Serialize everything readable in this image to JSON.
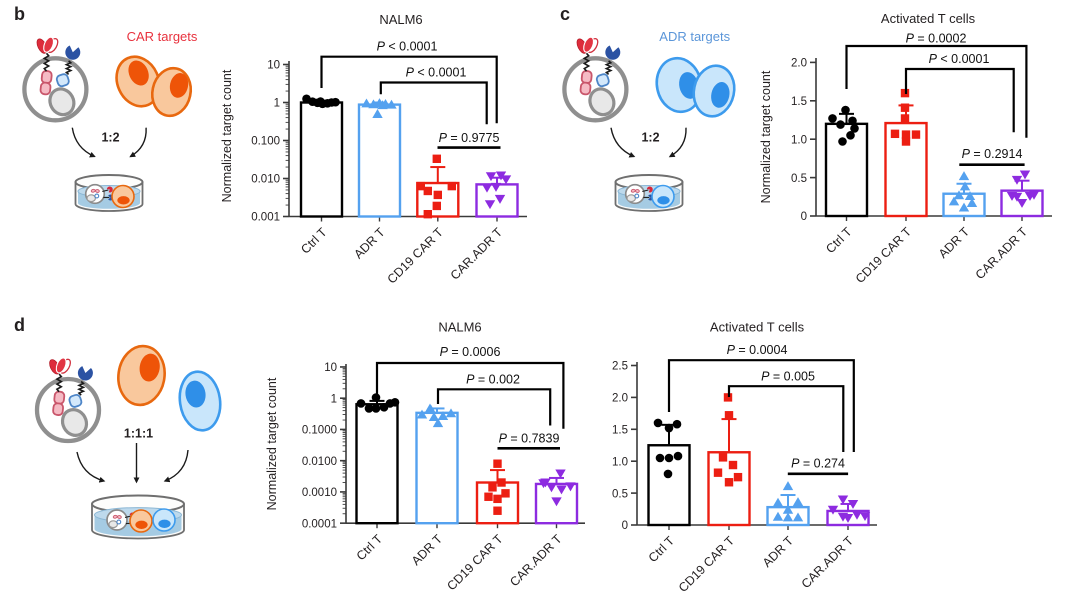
{
  "figure": {
    "kind": "scientific-figure",
    "background": "#ffffff",
    "panel_labels": {
      "b": "b",
      "c": "c",
      "d": "d"
    },
    "schematics": {
      "b": {
        "target_label": "CAR targets",
        "target_label_color": "#e8323e",
        "ratio_label": "1:2",
        "target_cells": "orange"
      },
      "c": {
        "target_label": "ADR targets",
        "target_label_color": "#5b96d9",
        "ratio_label": "1:2",
        "target_cells": "blue"
      },
      "d": {
        "target_label": "",
        "target_label_color": "#231f20",
        "ratio_label": "1:1:1",
        "target_cells": "orange+blue"
      }
    },
    "palette": {
      "black": "#000000",
      "blue": "#54a1ef",
      "red": "#ec1e12",
      "purple": "#8d2be0",
      "axis": "#3a3a3a",
      "text": "#231f20",
      "cell_orange_fill": "#f9c89d",
      "cell_orange_stroke": "#e8680f",
      "cell_orange_nucleus": "#ee5408",
      "cell_blue_fill": "#c9e6fb",
      "cell_blue_stroke": "#3d9bed",
      "cell_blue_nucleus": "#2f8fe8",
      "membrane_gray": "#8f8f8f",
      "receptor_red": "#dd2c3c",
      "receptor_blue": "#2b52a3",
      "domain_pink_fill": "#f5bac4",
      "domain_pink_stroke": "#c9566b",
      "domain_blue_fill": "#d3e8fb",
      "domain_blue_stroke": "#4e86c8",
      "liquid_blue": "#a5cbe3"
    }
  },
  "chart_data": [
    {
      "id": "b_nalm6",
      "panel": "b",
      "type": "bar",
      "title": "NALM6",
      "ylabel": "Normalized target count",
      "yaxis": {
        "scale": "log",
        "min": 0.001,
        "max": 10,
        "ticks": [
          {
            "v": 10,
            "label": "10"
          },
          {
            "v": 1,
            "label": "1"
          },
          {
            "v": 0.1,
            "label": "0.100"
          },
          {
            "v": 0.01,
            "label": "0.010"
          },
          {
            "v": 0.001,
            "label": "0.001"
          }
        ]
      },
      "groups": [
        {
          "label": "Ctrl T",
          "color": "#000000",
          "marker": "circle",
          "bar": 1.0,
          "err": 1.12,
          "points": [
            [
              -15,
              1.25
            ],
            [
              -9,
              1.05
            ],
            [
              -4,
              0.98
            ],
            [
              1,
              0.92
            ],
            [
              6,
              0.95
            ],
            [
              10,
              1.0
            ],
            [
              14,
              1.02
            ],
            [
              -1,
              1.06
            ]
          ]
        },
        {
          "label": "ADR T",
          "color": "#54a1ef",
          "marker": "triangle-up",
          "bar": 0.88,
          "err": 1.0,
          "points": [
            [
              -13,
              0.95
            ],
            [
              -6,
              0.9
            ],
            [
              0,
              0.97
            ],
            [
              6,
              0.92
            ],
            [
              12,
              0.88
            ],
            [
              3,
              0.85
            ],
            [
              -2,
              0.5
            ]
          ]
        },
        {
          "label": "CD19 CAR T",
          "color": "#ec1e12",
          "marker": "square",
          "bar": 0.0076,
          "err": 0.02,
          "points": [
            [
              -1,
              0.033
            ],
            [
              -17,
              0.0063
            ],
            [
              14,
              0.0063
            ],
            [
              -10,
              0.0047
            ],
            [
              0,
              0.0037
            ],
            [
              -1,
              0.0019
            ],
            [
              -10,
              0.00115
            ]
          ]
        },
        {
          "label": "CAR.ADR T",
          "color": "#8d2be0",
          "marker": "triangle-down",
          "bar": 0.007,
          "err": 0.0105,
          "points": [
            [
              -6,
              0.0115
            ],
            [
              4,
              0.012
            ],
            [
              9,
              0.0095
            ],
            [
              -10,
              0.0057
            ],
            [
              -1,
              0.006
            ],
            [
              3,
              0.0029
            ],
            [
              -7,
              0.0021
            ]
          ]
        }
      ],
      "comparisons": [
        {
          "kind": "bracket",
          "label": "P < 0.0001",
          "from": "Ctrl T",
          "to": "CAR.ADR T"
        },
        {
          "kind": "bracket",
          "label": "P < 0.0001",
          "from": "ADR T",
          "to": "CAR.ADR T"
        },
        {
          "kind": "line",
          "label": "P = 0.9775",
          "from": "CD19 CAR T",
          "to": "CAR.ADR T"
        }
      ]
    },
    {
      "id": "c_act",
      "panel": "c",
      "type": "bar",
      "title": "Activated T cells",
      "ylabel": "Normalized target count",
      "yaxis": {
        "scale": "linear",
        "min": 0,
        "max": 2.0,
        "ticks": [
          {
            "v": 2.0,
            "label": "2.0"
          },
          {
            "v": 1.5,
            "label": "1.5"
          },
          {
            "v": 1.0,
            "label": "1.0"
          },
          {
            "v": 0.5,
            "label": "0.5"
          },
          {
            "v": 0,
            "label": "0"
          }
        ]
      },
      "groups": [
        {
          "label": "Ctrl T",
          "color": "#000000",
          "marker": "circle",
          "bar": 1.2,
          "err": 1.33,
          "points": [
            [
              -1,
              1.38
            ],
            [
              -14,
              1.27
            ],
            [
              6,
              1.24
            ],
            [
              -6,
              1.19
            ],
            [
              8,
              1.14
            ],
            [
              4,
              1.05
            ],
            [
              -4,
              0.97
            ]
          ]
        },
        {
          "label": "CD19 CAR T",
          "color": "#ec1e12",
          "marker": "square",
          "bar": 1.21,
          "err": 1.44,
          "points": [
            [
              -1,
              1.6
            ],
            [
              -1,
              1.41
            ],
            [
              -1,
              1.27
            ],
            [
              -11,
              1.07
            ],
            [
              0,
              1.06
            ],
            [
              10,
              1.06
            ],
            [
              0,
              0.97
            ]
          ]
        },
        {
          "label": "ADR T",
          "color": "#54a1ef",
          "marker": "triangle-up",
          "bar": 0.29,
          "err": 0.42,
          "points": [
            [
              0,
              0.52
            ],
            [
              1,
              0.385
            ],
            [
              -5,
              0.27
            ],
            [
              6,
              0.26
            ],
            [
              -10,
              0.19
            ],
            [
              8,
              0.17
            ],
            [
              0,
              0.11
            ]
          ]
        },
        {
          "label": "CAR.ADR T",
          "color": "#8d2be0",
          "marker": "triangle-down",
          "bar": 0.33,
          "err": 0.46,
          "points": [
            [
              3,
              0.54
            ],
            [
              -5,
              0.47
            ],
            [
              -10,
              0.26
            ],
            [
              -5,
              0.25
            ],
            [
              8,
              0.26
            ],
            [
              0,
              0.17
            ],
            [
              12,
              0.275
            ]
          ]
        }
      ],
      "comparisons": [
        {
          "kind": "bracket",
          "label": "P = 0.0002",
          "from": "Ctrl T",
          "to": "CAR.ADR T"
        },
        {
          "kind": "bracket",
          "label": "P < 0.0001",
          "from": "CD19 CAR T",
          "to": "CAR.ADR T"
        },
        {
          "kind": "line",
          "label": "P = 0.2914",
          "from": "ADR T",
          "to": "CAR.ADR T"
        }
      ]
    },
    {
      "id": "d_nalm6",
      "panel": "d",
      "type": "bar",
      "title": "NALM6",
      "ylabel": "Normalized target count",
      "yaxis": {
        "scale": "log",
        "min": 0.0001,
        "max": 10,
        "ticks": [
          {
            "v": 10,
            "label": "10"
          },
          {
            "v": 1,
            "label": "1"
          },
          {
            "v": 0.1,
            "label": "0.1000"
          },
          {
            "v": 0.01,
            "label": "0.0100"
          },
          {
            "v": 0.001,
            "label": "0.0010"
          },
          {
            "v": 0.0001,
            "label": "0.0001"
          }
        ]
      },
      "groups": [
        {
          "label": "Ctrl T",
          "color": "#000000",
          "marker": "circle",
          "bar": 0.64,
          "err": 0.82,
          "points": [
            [
              -16,
              0.68
            ],
            [
              -1,
              1.05
            ],
            [
              -8,
              0.47
            ],
            [
              -1,
              0.47
            ],
            [
              7,
              0.51
            ],
            [
              13,
              0.68
            ],
            [
              18,
              0.74
            ]
          ]
        },
        {
          "label": "ADR T",
          "color": "#54a1ef",
          "marker": "triangle-up",
          "bar": 0.34,
          "err": 0.47,
          "points": [
            [
              -15,
              0.3
            ],
            [
              -7,
              0.47
            ],
            [
              -3,
              0.25
            ],
            [
              6,
              0.27
            ],
            [
              14,
              0.33
            ],
            [
              1,
              0.16
            ],
            [
              -6,
              0.43
            ]
          ]
        },
        {
          "label": "CD19 CAR T",
          "color": "#ec1e12",
          "marker": "square",
          "bar": 0.002,
          "err": 0.005,
          "points": [
            [
              0,
              0.008
            ],
            [
              4,
              0.002
            ],
            [
              -5,
              0.0014
            ],
            [
              8,
              0.0009
            ],
            [
              -9,
              0.0007
            ],
            [
              0,
              0.0006
            ],
            [
              0,
              0.00025
            ]
          ]
        },
        {
          "label": "CAR.ADR T",
          "color": "#8d2be0",
          "marker": "triangle-down",
          "bar": 0.0018,
          "err": 0.0028,
          "points": [
            [
              4,
              0.0039
            ],
            [
              -11,
              0.002
            ],
            [
              -5,
              0.0014
            ],
            [
              5,
              0.0012
            ],
            [
              0,
              0.0005
            ],
            [
              -13,
              0.0019
            ],
            [
              14,
              0.0015
            ]
          ]
        }
      ],
      "comparisons": [
        {
          "kind": "bracket",
          "label": "P = 0.0006",
          "from": "Ctrl T",
          "to": "CAR.ADR T"
        },
        {
          "kind": "bracket",
          "label": "P = 0.002",
          "from": "ADR T",
          "to": "CAR.ADR T"
        },
        {
          "kind": "line",
          "label": "P = 0.7839",
          "from": "CD19 CAR T",
          "to": "CAR.ADR T"
        }
      ]
    },
    {
      "id": "d_act",
      "panel": "d",
      "type": "bar",
      "title": "Activated T cells",
      "ylabel": "",
      "yaxis": {
        "scale": "linear",
        "min": 0,
        "max": 2.5,
        "ticks": [
          {
            "v": 2.5,
            "label": "2.5"
          },
          {
            "v": 2.0,
            "label": "2.0"
          },
          {
            "v": 1.5,
            "label": "1.5"
          },
          {
            "v": 1.0,
            "label": "1.0"
          },
          {
            "v": 0.5,
            "label": "0.5"
          },
          {
            "v": 0,
            "label": "0"
          }
        ]
      },
      "groups": [
        {
          "label": "Ctrl T",
          "color": "#000000",
          "marker": "circle",
          "bar": 1.25,
          "err": 1.57,
          "points": [
            [
              -11,
              1.6
            ],
            [
              8,
              1.58
            ],
            [
              0,
              1.52
            ],
            [
              -9,
              1.05
            ],
            [
              0,
              1.05
            ],
            [
              9,
              1.08
            ],
            [
              -1,
              0.8
            ]
          ]
        },
        {
          "label": "CD19 CAR T",
          "color": "#ec1e12",
          "marker": "square",
          "bar": 1.14,
          "err": 1.66,
          "points": [
            [
              -1,
              2.0
            ],
            [
              0,
              1.72
            ],
            [
              -6,
              1.06
            ],
            [
              4,
              0.94
            ],
            [
              -11,
              0.82
            ],
            [
              9,
              0.75
            ],
            [
              0,
              0.67
            ]
          ]
        },
        {
          "label": "ADR T",
          "color": "#54a1ef",
          "marker": "triangle-up",
          "bar": 0.28,
          "err": 0.47,
          "points": [
            [
              0,
              0.61
            ],
            [
              -10,
              0.35
            ],
            [
              10,
              0.36
            ],
            [
              -10,
              0.13
            ],
            [
              0,
              0.12
            ],
            [
              10,
              0.12
            ],
            [
              0,
              0.24
            ]
          ]
        },
        {
          "label": "CAR.ADR T",
          "color": "#8d2be0",
          "marker": "triangle-down",
          "bar": 0.22,
          "err": 0.33,
          "points": [
            [
              -5,
              0.4
            ],
            [
              5,
              0.33
            ],
            [
              -15,
              0.24
            ],
            [
              -5,
              0.13
            ],
            [
              9,
              0.16
            ],
            [
              17,
              0.14
            ],
            [
              0,
              0.11
            ]
          ]
        }
      ],
      "comparisons": [
        {
          "kind": "bracket",
          "label": "P = 0.0004",
          "from": "Ctrl T",
          "to": "CAR.ADR T"
        },
        {
          "kind": "bracket",
          "label": "P = 0.005",
          "from": "CD19 CAR T",
          "to": "CAR.ADR T"
        },
        {
          "kind": "line",
          "label": "P = 0.274",
          "from": "ADR T",
          "to": "CAR.ADR T"
        }
      ]
    }
  ]
}
